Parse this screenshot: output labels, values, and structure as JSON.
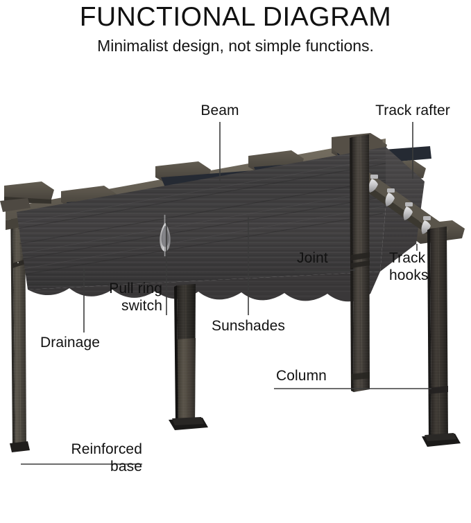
{
  "header": {
    "title": "FUNCTIONAL DIAGRAM",
    "subtitle": "Minimalist design, not simple functions."
  },
  "diagram": {
    "type": "pergola-functional-diagram",
    "colors": {
      "frame": "#4a463f",
      "frame_dark": "#2e2c28",
      "canopy": "#3c3b3c",
      "rafter_shadow": "#242830",
      "leader_line": "#3b3b3b",
      "text": "#111111",
      "background": "#ffffff"
    },
    "labels": [
      {
        "id": "beam",
        "text": "Beam",
        "align": "center"
      },
      {
        "id": "track-rafter",
        "text": "Track rafter",
        "align": "center"
      },
      {
        "id": "joint",
        "text": "Joint",
        "align": "left"
      },
      {
        "id": "track-hooks",
        "text": "Track\nhooks",
        "align": "left"
      },
      {
        "id": "pull-ring-switch",
        "text": "Pull ring\nswitch",
        "align": "right"
      },
      {
        "id": "drainage",
        "text": "Drainage",
        "align": "left"
      },
      {
        "id": "sunshades",
        "text": "Sunshades",
        "align": "center"
      },
      {
        "id": "column",
        "text": "Column",
        "align": "left"
      },
      {
        "id": "reinforced-base",
        "text": "Reinforced\nbase",
        "align": "right"
      }
    ]
  }
}
